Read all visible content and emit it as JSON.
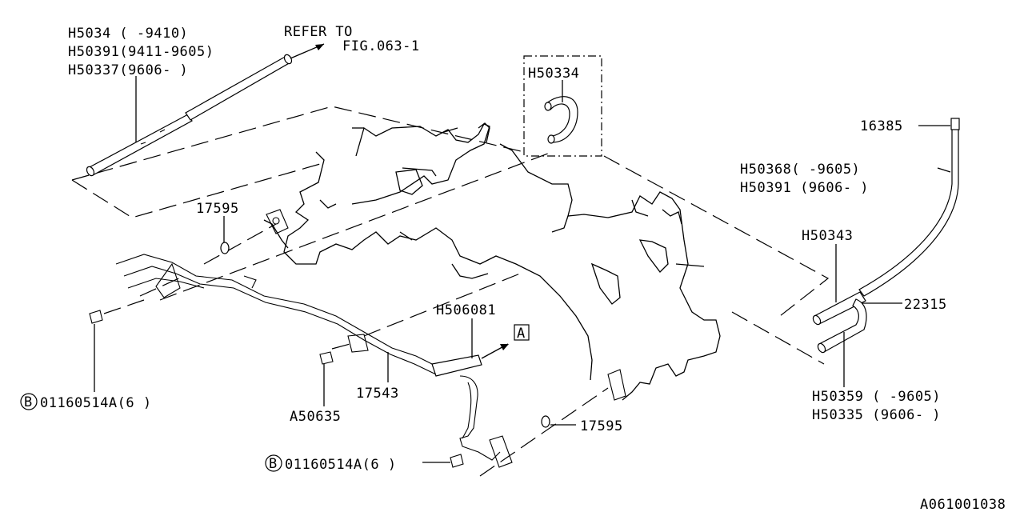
{
  "callouts": {
    "h5034": "H5034 (      -9410)",
    "h50391_top": "H50391(9411-9605)",
    "h50337": "H50337(9606-     )",
    "refer_to": "REFER TO",
    "fig_ref": "FIG.063-1",
    "h50334": "H50334",
    "p16385": "16385",
    "h50368": "H50368(      -9605)",
    "h50391_right": "H50391 (9606-      )",
    "h50343": "H50343",
    "p22315": "22315",
    "h50359": "H50359 (       -9605)",
    "h50335": "H50335 (9606-       )",
    "p17595_top": "17595",
    "h506081": "H506081",
    "marker_a": "A",
    "p17543": "17543",
    "a50635": "A50635",
    "p17595_bottom": "17595",
    "bolt_left_prefix": "B",
    "bolt_left": "01160514A(6 )",
    "bolt_bottom_prefix": "B",
    "bolt_bottom": "01160514A(6 )",
    "diagram_code": "A061001038"
  }
}
